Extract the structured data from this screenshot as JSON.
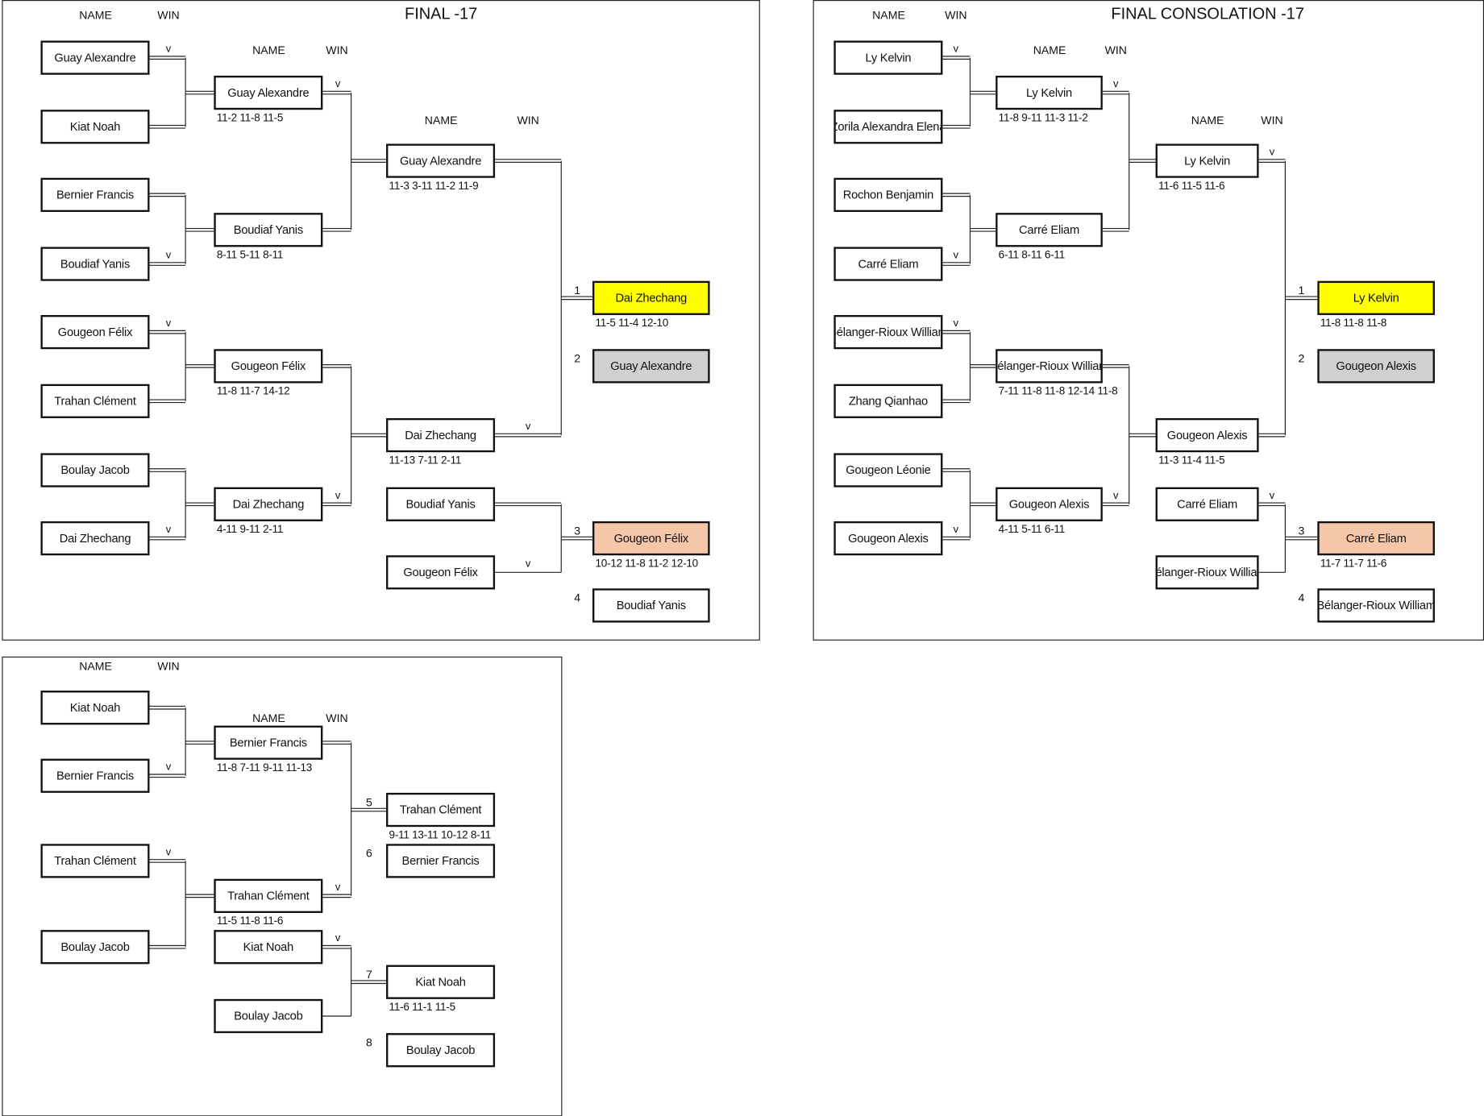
{
  "panels": [
    {
      "title": "FINAL -17",
      "headers": [
        {
          "name": "NAME",
          "win": "WIN"
        },
        {
          "name": "NAME",
          "win": "WIN"
        },
        {
          "name": "NAME",
          "win": "WIN"
        }
      ],
      "boxes": [
        {
          "name": "Guay Alexandre",
          "win": "v"
        },
        {
          "name": "Kiat Noah",
          "win": ""
        },
        {
          "name": "Bernier  Francis",
          "win": ""
        },
        {
          "name": "Boudiaf  Yanis",
          "win": "v"
        },
        {
          "name": "Gougeon Félix",
          "win": "v"
        },
        {
          "name": "Trahan Clément",
          "win": ""
        },
        {
          "name": "Boulay  Jacob",
          "win": ""
        },
        {
          "name": "Dai Zhechang",
          "win": "v"
        },
        {
          "name": "Guay Alexandre",
          "win": "v",
          "score": "11-2 11-8 11-5"
        },
        {
          "name": "Boudiaf  Yanis",
          "win": "",
          "score": "8-11 5-11 8-11"
        },
        {
          "name": "Gougeon Félix",
          "win": "",
          "score": "11-8 11-7 14-12"
        },
        {
          "name": "Dai Zhechang",
          "win": "v",
          "score": "4-11 9-11 2-11"
        },
        {
          "name": "Guay Alexandre",
          "win": "",
          "score": "11-3 3-11 11-2 11-9"
        },
        {
          "name": "Dai Zhechang",
          "win": "v",
          "score": "11-13 7-11 2-11"
        },
        {
          "name": "Boudiaf  Yanis",
          "win": ""
        },
        {
          "name": "Gougeon Félix",
          "win": "v"
        },
        {
          "rank": "1",
          "name": "Dai Zhechang",
          "score": "11-5 11-4 12-10",
          "color": "#ffff00"
        },
        {
          "rank": "2",
          "name": "Guay Alexandre",
          "color": "#d0d0d0"
        },
        {
          "rank": "3",
          "name": "Gougeon Félix",
          "score": "10-12 11-8 11-2 12-10",
          "color": "#f6c6a8"
        },
        {
          "rank": "4",
          "name": "Boudiaf  Yanis"
        }
      ]
    },
    {
      "title": "FINAL CONSOLATION -17",
      "headers": [
        {
          "name": "NAME",
          "win": "WIN"
        },
        {
          "name": "NAME",
          "win": "WIN"
        },
        {
          "name": "NAME",
          "win": "WIN"
        }
      ],
      "boxes": [
        {
          "name": "Ly Kelvin",
          "win": "v"
        },
        {
          "name": "Zorila Alexandra Elena",
          "win": ""
        },
        {
          "name": "Rochon Benjamin",
          "win": ""
        },
        {
          "name": "Carré Eliam",
          "win": "v"
        },
        {
          "name": "Bélanger-Rioux William",
          "win": "v"
        },
        {
          "name": "Zhang Qianhao",
          "win": ""
        },
        {
          "name": "Gougeon Léonie",
          "win": ""
        },
        {
          "name": "Gougeon Alexis",
          "win": "v"
        },
        {
          "name": "Ly Kelvin",
          "win": "v",
          "score": "11-8 9-11 11-3 11-2"
        },
        {
          "name": "Carré Eliam",
          "win": "",
          "score": "6-11 8-11 6-11"
        },
        {
          "name": "Bélanger-Rioux William",
          "win": "",
          "score": "7-11 11-8 11-8 12-14 11-8"
        },
        {
          "name": "Gougeon Alexis",
          "win": "v",
          "score": "4-11 5-11 6-11"
        },
        {
          "name": "Ly Kelvin",
          "win": "v",
          "score": "11-6 11-5 11-6"
        },
        {
          "name": "Gougeon Alexis",
          "win": "",
          "score": "11-3 11-4 11-5"
        },
        {
          "name": "Carré Eliam",
          "win": "v"
        },
        {
          "name": "Bélanger-Rioux William",
          "win": ""
        },
        {
          "rank": "1",
          "name": "Ly Kelvin",
          "score": "11-8 11-8 11-8",
          "color": "#ffff00"
        },
        {
          "rank": "2",
          "name": "Gougeon Alexis",
          "color": "#d0d0d0"
        },
        {
          "rank": "3",
          "name": "Carré Eliam",
          "score": "11-7 11-7 11-6",
          "color": "#f6c6a8"
        },
        {
          "rank": "4",
          "name": "Bélanger-Rioux William"
        }
      ]
    },
    {
      "title": "",
      "headers": [
        {
          "name": "NAME",
          "win": "WIN"
        },
        {
          "name": "NAME",
          "win": "WIN"
        }
      ],
      "boxes": [
        {
          "name": "Kiat Noah",
          "win": ""
        },
        {
          "name": "Bernier  Francis",
          "win": "v"
        },
        {
          "name": "Trahan Clément",
          "win": "v"
        },
        {
          "name": "Boulay  Jacob",
          "win": ""
        },
        {
          "name": "Bernier  Francis",
          "win": "",
          "score": "11-8 7-11 9-11 11-13"
        },
        {
          "name": "Trahan Clément",
          "win": "v",
          "score": "11-5 11-8 11-6"
        },
        {
          "name": "Kiat Noah",
          "win": "v"
        },
        {
          "name": "Boulay  Jacob",
          "win": ""
        },
        {
          "rank": "5",
          "name": "Trahan Clément",
          "score": "9-11 13-11 10-12 8-11"
        },
        {
          "rank": "6",
          "name": "Bernier  Francis"
        },
        {
          "rank": "7",
          "name": "Kiat Noah",
          "score": "11-6 11-1 11-5"
        },
        {
          "rank": "8",
          "name": "Boulay  Jacob"
        }
      ]
    }
  ]
}
